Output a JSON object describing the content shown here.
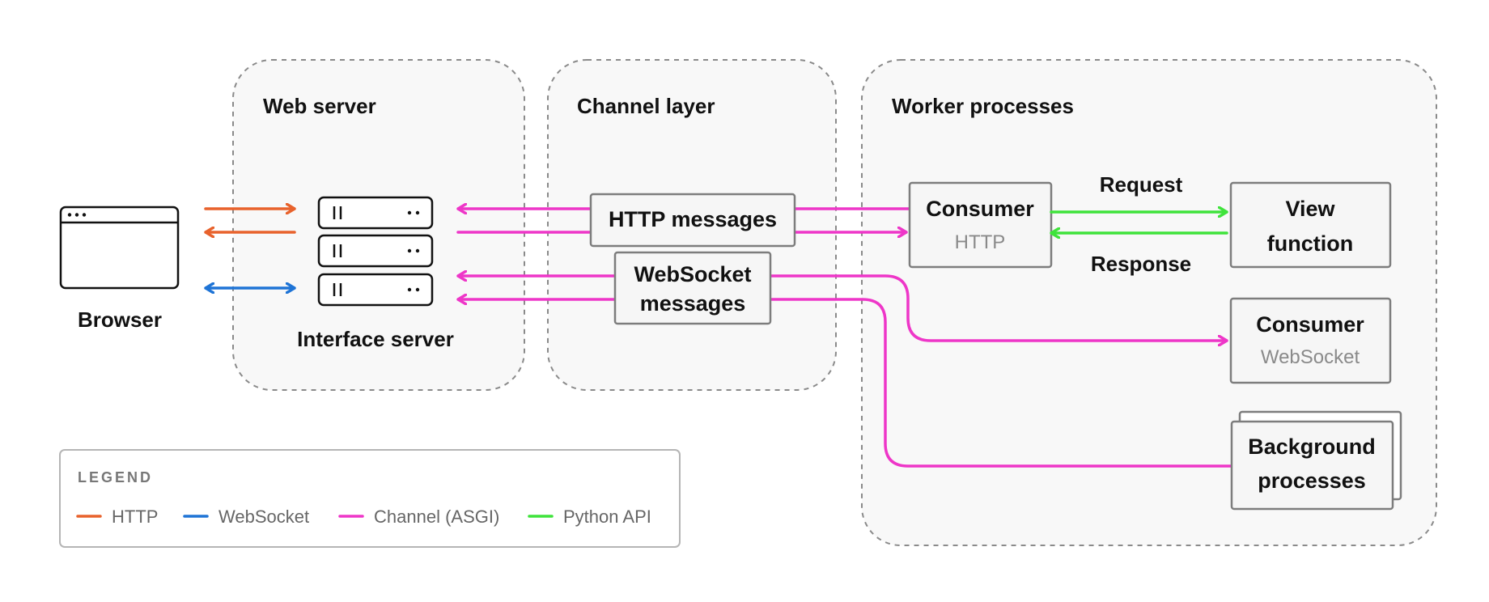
{
  "colors": {
    "http": "#e8622c",
    "websocket": "#1f74d6",
    "channel": "#ee36c8",
    "python_api": "#3fe33b"
  },
  "regions": {
    "web_server": "Web server",
    "channel_layer": "Channel layer",
    "worker_processes": "Worker processes"
  },
  "browser": {
    "label": "Browser",
    "icon": "browser-window-icon"
  },
  "interface_server": {
    "label": "Interface server",
    "icon": "server-stack-icon"
  },
  "http_messages": {
    "label": "HTTP messages"
  },
  "websocket_messages": {
    "line1": "WebSocket",
    "line2": "messages"
  },
  "consumer_http": {
    "title": "Consumer",
    "subtitle": "HTTP"
  },
  "view_function": {
    "line1": "View",
    "line2": "function"
  },
  "consumer_ws": {
    "title": "Consumer",
    "subtitle": "WebSocket"
  },
  "background": {
    "line1": "Background",
    "line2": "processes"
  },
  "arrows": {
    "request": "Request",
    "response": "Response"
  },
  "legend": {
    "title": "LEGEND",
    "items": [
      "HTTP",
      "WebSocket",
      "Channel (ASGI)",
      "Python API"
    ]
  }
}
